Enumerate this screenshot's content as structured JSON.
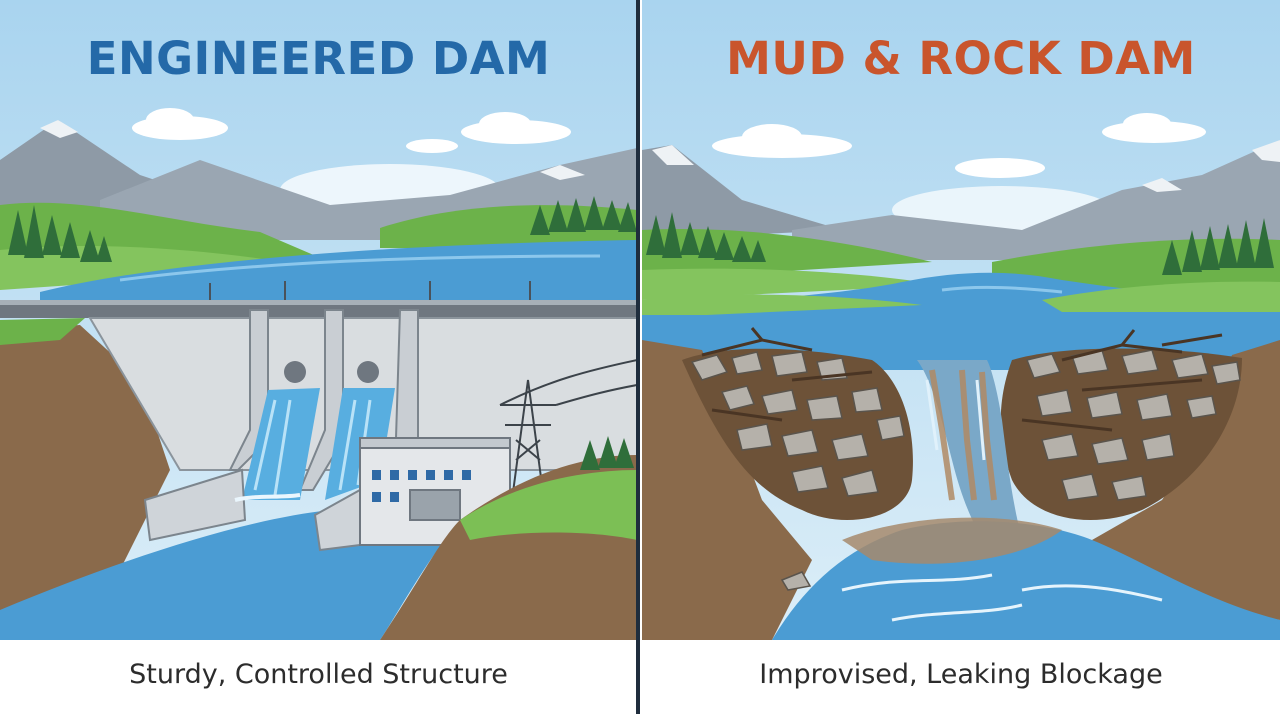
{
  "left_panel": {
    "title": "ENGINEERED DAM",
    "caption": "Sturdy, Controlled Structure",
    "title_color": "#2469a8"
  },
  "right_panel": {
    "title": "MUD & ROCK DAM",
    "caption": "Improvised, Leaking Blockage",
    "title_color": "#c9552c"
  },
  "colors": {
    "sky": "#bfe0f3",
    "water": "#4b9cd3",
    "grass": "#7cbf55",
    "earth": "#8a6a4b",
    "concrete": "#d9dde0",
    "divider": "#1f2d3d"
  }
}
